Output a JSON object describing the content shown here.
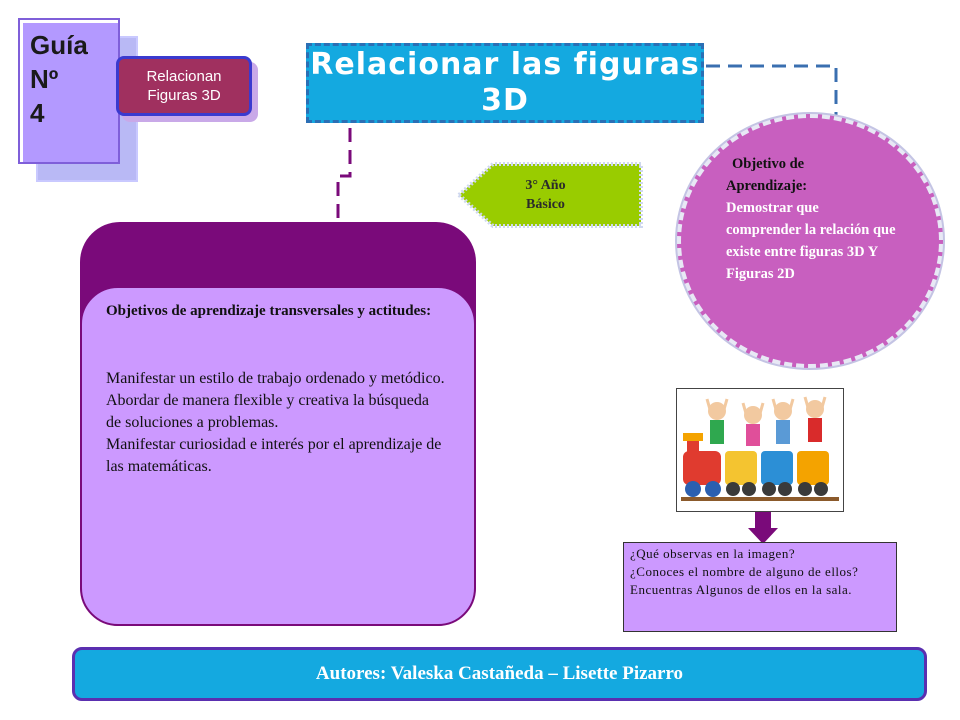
{
  "guide": {
    "label_line1": "Guía",
    "label_line2": "Nº",
    "label_line3": "4"
  },
  "badge": {
    "line1": "Relacionan",
    "line2": "Figuras 3D"
  },
  "title": {
    "line1": "Relacionar las figuras",
    "line2": "3D"
  },
  "grade": {
    "line1": "3° Año",
    "line2": "Básico"
  },
  "objective": {
    "heading1": "Objetivo de",
    "heading2": "Aprendizaje:",
    "body": "Demostrar que comprender la relación que existe entre figuras 3D Y Figuras 2D"
  },
  "transversal": {
    "heading": "Objetivos de aprendizaje transversales y actitudes:",
    "items": [
      "Manifestar un estilo de trabajo ordenado y metódico.",
      "Abordar de manera flexible y creativa la búsqueda de soluciones a problemas.",
      "Manifestar curiosidad e interés por el aprendizaje de las matemáticas."
    ]
  },
  "questions": [
    "¿Qué observas en la imagen?",
    "¿Conoces el nombre de alguno de ellos?",
    "Encuentras Algunos de ellos en la sala."
  ],
  "footer": {
    "authors": "Autores: Valeska Castañeda – Lisette Pizarro"
  },
  "colors": {
    "title_bg": "#14a9e0",
    "badge_bg": "#a0305f",
    "card_dark": "#7a0a7a",
    "card_light": "#cc99ff",
    "circle": "#c85fbf",
    "grade_bg": "#99cc00"
  }
}
